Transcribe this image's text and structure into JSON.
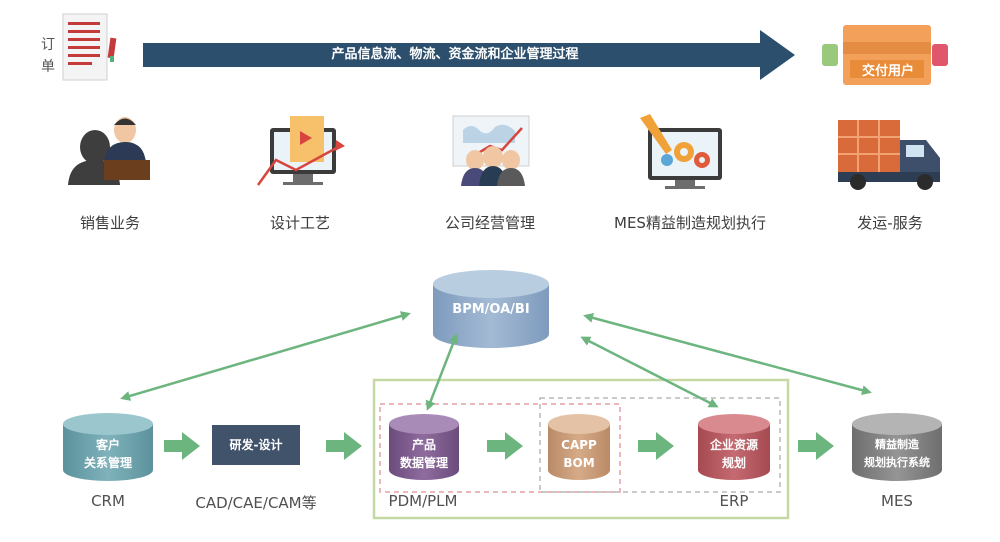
{
  "header": {
    "order_label": "订单",
    "banner_text": "产品信息流、物流、资金流和企业管理过程",
    "deliver_label": "交付用户"
  },
  "stages": [
    {
      "label": "销售业务",
      "icon": "sales-meeting-icon"
    },
    {
      "label": "设计工艺",
      "icon": "design-monitor-icon"
    },
    {
      "label": "公司经营管理",
      "icon": "management-team-icon"
    },
    {
      "label": "MES精益制造规划执行",
      "icon": "manufacturing-gear-icon"
    },
    {
      "label": "发运-服务",
      "icon": "delivery-truck-icon"
    }
  ],
  "systems": {
    "bpm": {
      "text": "BPM/OA/BI",
      "color": "#8ba7c6"
    },
    "crm": {
      "line1": "客户",
      "line2": "关系管理",
      "label": "CRM",
      "color": "#6a9fa9"
    },
    "cad": {
      "text": "研发-设计",
      "label": "CAD/CAE/CAM等",
      "color": "#41526b"
    },
    "pdm": {
      "line1": "产品",
      "line2": "数据管理",
      "label": "PDM/PLM",
      "color": "#7b5a8a"
    },
    "capp": {
      "line1": "CAPP",
      "line2": "BOM",
      "color": "#c79a76"
    },
    "erp": {
      "line1": "企业资源",
      "line2": "规划",
      "label": "ERP",
      "color": "#b4575d"
    },
    "mes": {
      "line1": "精益制造",
      "line2": "规划执行系统",
      "label": "MES",
      "color": "#7d7d7d"
    }
  },
  "colors": {
    "banner": "#2d4f6e",
    "arrow_green": "#6db57f",
    "frame_green": "#c6d9a4",
    "dash_pink": "#e3a0a8",
    "dash_gray": "#b8b8b8"
  }
}
